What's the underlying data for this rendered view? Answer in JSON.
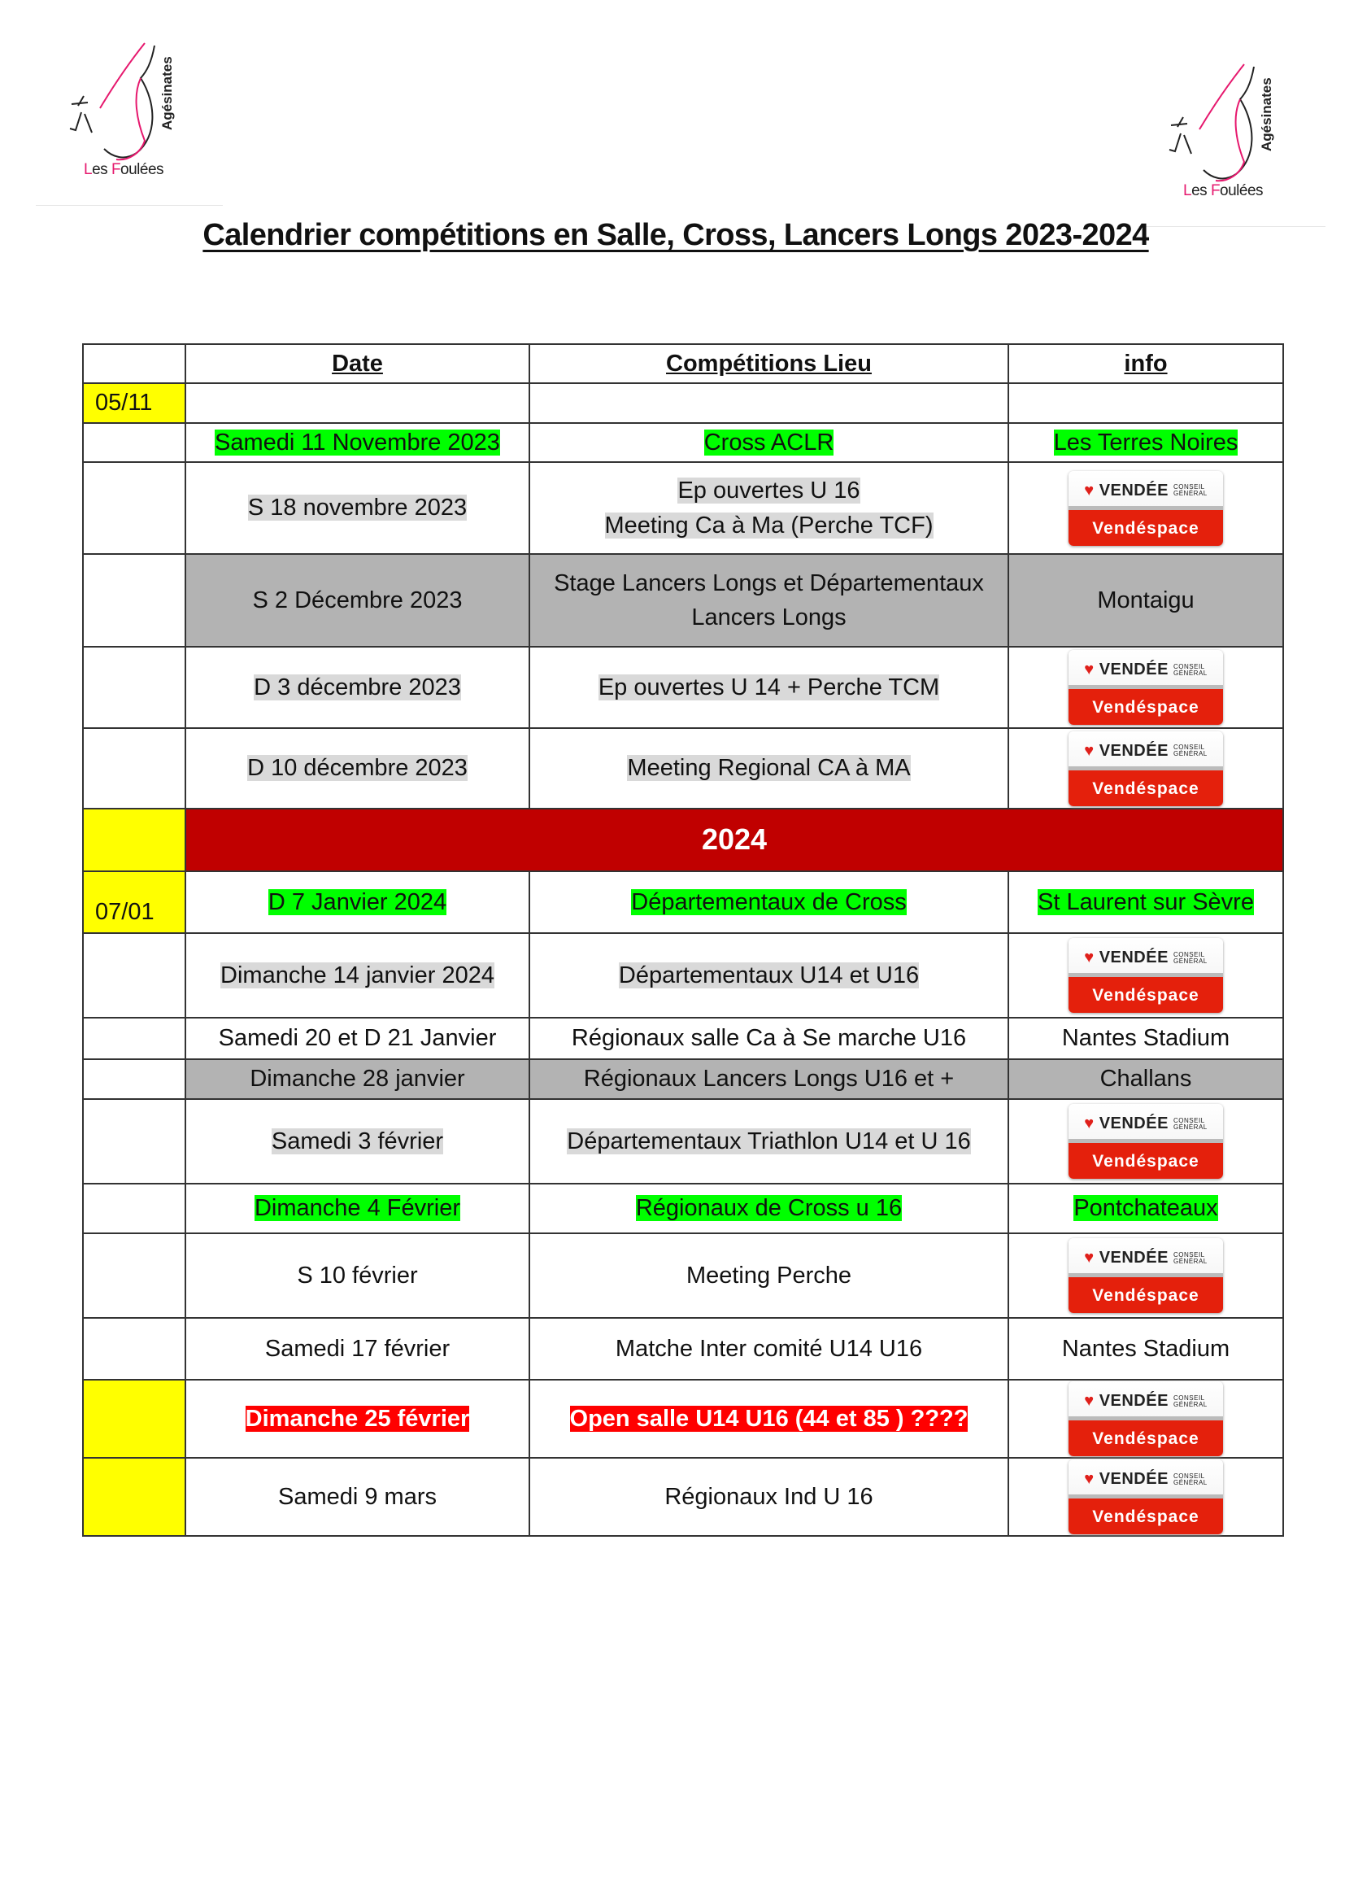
{
  "logos": {
    "line1_a": "L",
    "line1_b": "es ",
    "line1_c": "F",
    "line1_d": "oulées",
    "line2": "Agésinates"
  },
  "title": "Calendrier compétitions en Salle, Cross, Lancers Longs 2023-2024",
  "header": {
    "col0": "",
    "date": "Date",
    "competition": "Compétitions Lieu",
    "info": "info"
  },
  "vendee_logo": {
    "top": "VENDÉE",
    "sub1": "CONSEIL",
    "sub2": "GÉNÉRAL",
    "bottom": "Vendéspace"
  },
  "colors": {
    "yellow": "#ffff00",
    "green": "#00ff00",
    "red": "#ff0000",
    "year_band": "#c00000",
    "gray_row": "#b3b3b3"
  },
  "rows": [
    {
      "mark": "05/11",
      "date": "",
      "competition": [],
      "info": "",
      "yellow": true
    },
    {
      "mark": "",
      "date": "Samedi 11 Novembre 2023",
      "competition": [
        "Cross ACLR"
      ],
      "info": "Les Terres Noires",
      "hl": "green"
    },
    {
      "mark": "",
      "date": "S 18 novembre 2023",
      "competition": [
        "Ep ouvertes U 16",
        "Meeting Ca à Ma (Perche TCF)"
      ],
      "logo": true,
      "hl": "gray"
    },
    {
      "mark": "",
      "date": "S 2 Décembre 2023",
      "competition": [
        "Stage Lancers Longs et Départementaux",
        "Lancers Longs"
      ],
      "info": "Montaigu",
      "graybg": true
    },
    {
      "mark": "",
      "date": "D 3 décembre 2023",
      "competition": [
        "Ep ouvertes U 14 + Perche TCM"
      ],
      "logo": true,
      "hl": "gray"
    },
    {
      "mark": "",
      "date": "D 10 décembre 2023",
      "competition": [
        "Meeting Regional CA à MA"
      ],
      "logo": true,
      "hl": "gray"
    },
    {
      "year": "2024"
    },
    {
      "mark": "07/01",
      "date": "D 7 Janvier 2024",
      "competition": [
        "Départementaux de Cross"
      ],
      "info": "St Laurent sur Sèvre",
      "hl": "green",
      "yellow": true
    },
    {
      "mark": "",
      "date": "Dimanche 14 janvier 2024",
      "competition": [
        "Départementaux U14 et U16"
      ],
      "logo": true,
      "hl": "gray"
    },
    {
      "mark": "",
      "date": "Samedi 20 et D 21 Janvier",
      "competition": [
        "Régionaux salle Ca  à Se marche U16"
      ],
      "info": "Nantes Stadium"
    },
    {
      "mark": "",
      "date": "Dimanche 28  janvier",
      "competition": [
        "Régionaux Lancers Longs  U16 et +"
      ],
      "info": "Challans",
      "graybg": true
    },
    {
      "mark": "",
      "date": "Samedi 3 février",
      "competition": [
        "Départementaux Triathlon U14 et U 16"
      ],
      "logo": true,
      "hl": "gray"
    },
    {
      "mark": "",
      "date": "Dimanche 4 Février",
      "competition": [
        "Régionaux de Cross u 16"
      ],
      "info": "Pontchateaux",
      "hl": "green"
    },
    {
      "mark": "",
      "date": "S 10 février",
      "competition": [
        "Meeting Perche"
      ],
      "logo": true
    },
    {
      "mark": "",
      "date": "Samedi 17 février",
      "competition": [
        "Matche Inter comité U14 U16"
      ],
      "info": "Nantes Stadium"
    },
    {
      "mark": "",
      "date": "Dimanche 25 février",
      "competition": [
        "Open salle  U14 U16 (44 et 85 ) ????"
      ],
      "logo": true,
      "hl": "red",
      "yellow": true
    },
    {
      "mark": "",
      "date": "Samedi 9 mars",
      "competition": [
        "Régionaux Ind U 16"
      ],
      "logo": true,
      "yellow": true
    }
  ]
}
